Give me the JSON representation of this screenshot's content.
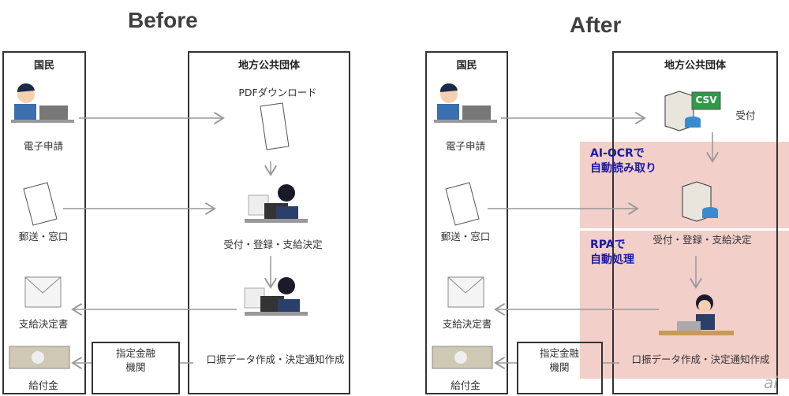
{
  "before": {
    "title": "Before",
    "citizen_header": "国民",
    "gov_header": "地方公共団体",
    "citizen_items": [
      "電子申請",
      "郵送・窓口",
      "支給決定書",
      "給付金"
    ],
    "gov_items": {
      "download": "PDFダウンロード",
      "process": "受付・登録・支給決定",
      "notify": "口振データ作成・決定通知作成"
    },
    "bank": [
      "指定金融",
      "機関"
    ]
  },
  "after": {
    "title": "After",
    "citizen_header": "国民",
    "gov_header": "地方公共団体",
    "citizen_items": [
      "電子申請",
      "郵送・窓口",
      "支給決定書",
      "給付金"
    ],
    "gov_items": {
      "receive": "受付",
      "process": "受付・登録・支給決定",
      "notify": "口振データ作成・決定通知作成"
    },
    "csv_badge": "CSV",
    "bank": [
      "指定金融",
      "機関"
    ],
    "ai_ocr": [
      "AI-OCRで",
      "自動読み取り"
    ],
    "rpa": [
      "RPAで",
      "自動処理"
    ]
  },
  "watermark": "ai",
  "colors": {
    "pink": "#f2cfc9",
    "blue": "#1a1aa8",
    "arrow": "#999999"
  }
}
